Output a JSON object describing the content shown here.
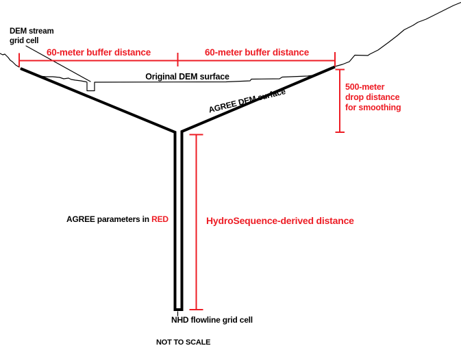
{
  "colors": {
    "annotation_red": "#ED1C24",
    "line_black": "#000000",
    "background": "#FFFFFF"
  },
  "labels": {
    "dem_stream_grid_cell": "DEM stream\ngrid cell",
    "buffer_left": "60-meter buffer distance",
    "buffer_right": "60-meter buffer distance",
    "original_dem_surface": "Original DEM surface",
    "agree_dem_surface": "AGREE DEM surface",
    "drop_distance": "500-meter\ndrop distance\nfor smoothing",
    "agree_parameters_prefix": "AGREE parameters in",
    "agree_parameters_red_word": "RED",
    "hydrosequence_distance": "HydroSequence-derived distance",
    "nhd_flowline_grid_cell": "NHD flowline grid cell",
    "not_to_scale": "NOT TO SCALE"
  }
}
